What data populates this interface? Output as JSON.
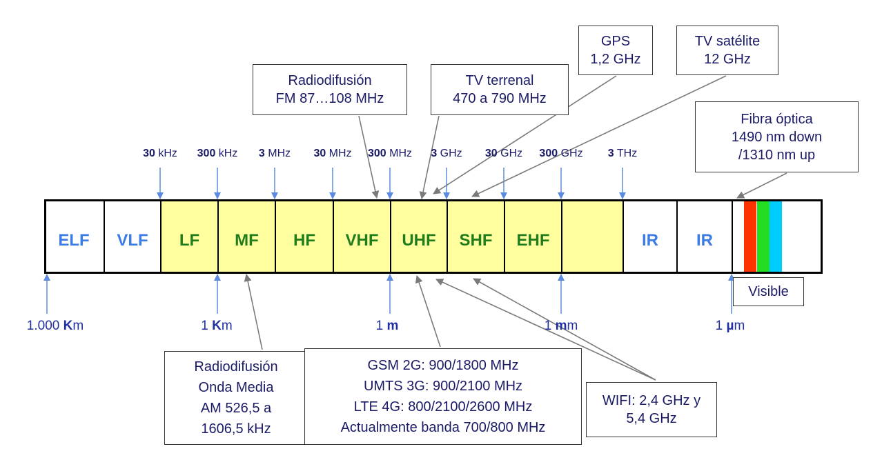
{
  "bands": [
    {
      "label": "ELF",
      "style": "w"
    },
    {
      "label": "VLF",
      "style": "w"
    },
    {
      "label": "LF",
      "style": "y"
    },
    {
      "label": "MF",
      "style": "y"
    },
    {
      "label": "HF",
      "style": "y"
    },
    {
      "label": "VHF",
      "style": "y"
    },
    {
      "label": "UHF",
      "style": "y"
    },
    {
      "label": "SHF",
      "style": "y"
    },
    {
      "label": "EHF",
      "style": "y"
    },
    {
      "label": "",
      "style": "y"
    },
    {
      "label": "IR",
      "style": "w"
    },
    {
      "label": "IR",
      "style": "w"
    },
    {
      "label": "",
      "style": "w"
    }
  ],
  "frequencies": [
    {
      "num": "30",
      "unit": " kHz"
    },
    {
      "num": "300",
      "unit": " kHz"
    },
    {
      "num": "3",
      "unit": " MHz"
    },
    {
      "num": "30",
      "unit": " MHz"
    },
    {
      "num": "300",
      "unit": " MHz"
    },
    {
      "num": "3",
      "unit": " GHz"
    },
    {
      "num": "30",
      "unit": " GHz"
    },
    {
      "num": "300",
      "unit": " GHz"
    },
    {
      "num": "3",
      "unit": " THz"
    }
  ],
  "wavelengths": [
    {
      "pre": "1.000 ",
      "bold": "K",
      "post": "m"
    },
    {
      "pre": "1 ",
      "bold": "K",
      "post": "m"
    },
    {
      "pre": "1 ",
      "bold": "m",
      "post": ""
    },
    {
      "pre": "1 ",
      "bold": "m",
      "post": "m"
    },
    {
      "pre": "1 ",
      "bold": "µ",
      "post": "m"
    }
  ],
  "visible_stripes": [
    "#ff3300",
    "#22dd22",
    "#00ccff"
  ],
  "accent_arrow_color": "#5b8be0",
  "callout_line_color": "#7a7a7a",
  "callouts": [
    {
      "id": "radio-fm",
      "lines": [
        "Radiodifusión",
        "FM 87…108 MHz"
      ]
    },
    {
      "id": "tv-terrenal",
      "lines": [
        "TV terrenal",
        "470 a 790 MHz"
      ]
    },
    {
      "id": "gps",
      "lines": [
        "GPS",
        "1,2 GHz"
      ]
    },
    {
      "id": "tv-satelite",
      "lines": [
        "TV satélite",
        "12 GHz"
      ]
    },
    {
      "id": "fibra",
      "lines": [
        "Fibra óptica",
        "1490 nm down",
        "/1310 nm up"
      ]
    },
    {
      "id": "visible",
      "lines": [
        "Visible"
      ]
    },
    {
      "id": "radio-am",
      "lines": [
        "Radiodifusión",
        "Onda Media",
        "AM 526,5 a",
        "1606,5 kHz"
      ]
    },
    {
      "id": "mobile",
      "lines": [
        "GSM 2G: 900/1800 MHz",
        "UMTS 3G: 900/2100 MHz",
        "LTE 4G: 800/2100/2600 MHz",
        "Actualmente banda 700/800 MHz"
      ]
    },
    {
      "id": "wifi",
      "lines": [
        "WIFI: 2,4 GHz y",
        "5,4 GHz"
      ]
    }
  ]
}
